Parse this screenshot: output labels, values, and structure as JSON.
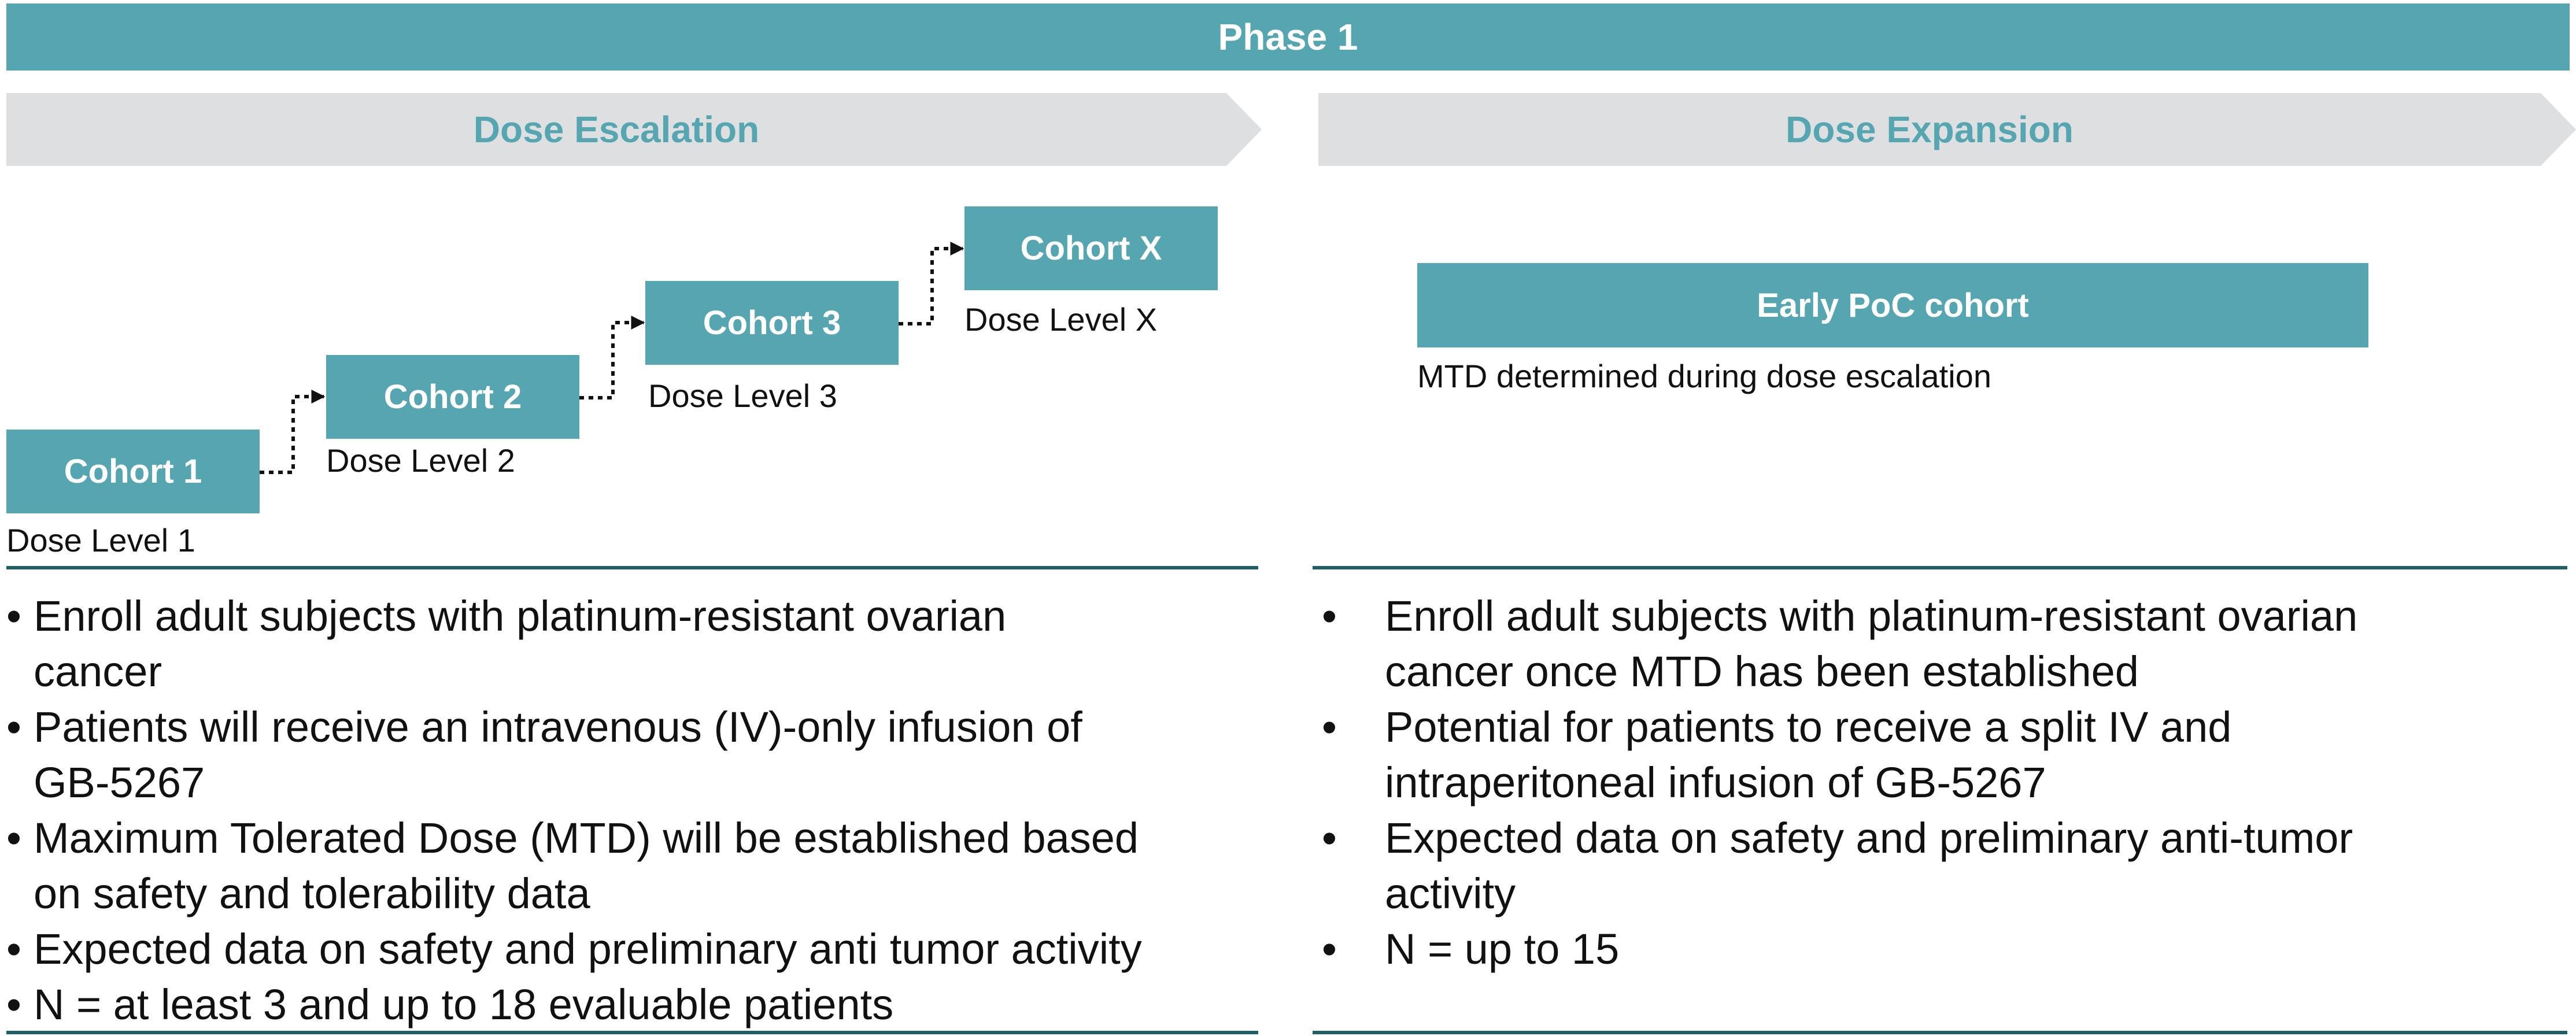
{
  "header": {
    "phase_title": "Phase 1"
  },
  "sections": {
    "escalation_title": "Dose Escalation",
    "expansion_title": "Dose Expansion"
  },
  "escalation": {
    "cohorts": [
      {
        "label": "Cohort 1",
        "dose": "Dose Level 1"
      },
      {
        "label": "Cohort 2",
        "dose": "Dose Level 2"
      },
      {
        "label": "Cohort 3",
        "dose": "Dose Level 3"
      },
      {
        "label": "Cohort X",
        "dose": "Dose Level X"
      }
    ],
    "bullets": [
      [
        "Enroll adult subjects with platinum-resistant ovarian",
        "cancer"
      ],
      [
        "Patients will receive an intravenous (IV)-only infusion of",
        "GB-5267"
      ],
      [
        "Maximum Tolerated Dose (MTD) will be established based",
        "on safety and tolerability data"
      ],
      [
        "Expected data on safety and preliminary anti tumor activity"
      ],
      [
        "N = at least 3 and up to 18 evaluable patients"
      ]
    ]
  },
  "expansion": {
    "cohort_label": "Early PoC cohort",
    "cohort_note": "MTD determined during dose escalation",
    "bullets": [
      [
        "Enroll adult subjects with platinum-resistant ovarian",
        "cancer once MTD has been established"
      ],
      [
        "Potential for patients to receive a split IV and",
        "intraperitoneal infusion of GB-5267"
      ],
      [
        "Expected data on safety and preliminary anti-tumor",
        "activity"
      ],
      [
        "N = up to 15"
      ]
    ]
  },
  "bullet_symbol": "•",
  "colors": {
    "teal": "#55a6b1",
    "chevron_gray": "#dedfe0",
    "rule": "#1f5f6a"
  }
}
